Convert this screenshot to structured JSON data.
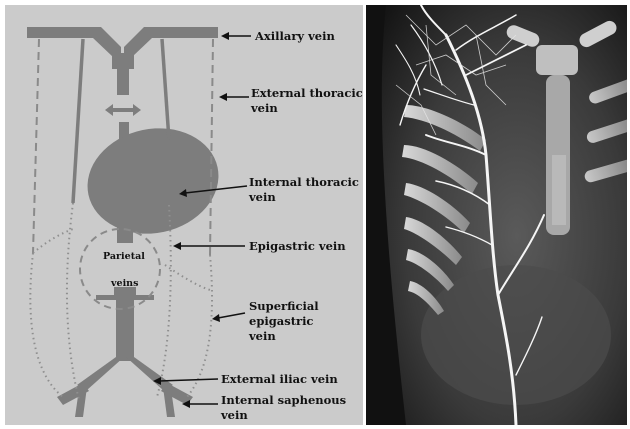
{
  "labels": {
    "axillary": "Axillary vein",
    "external_thoracic": [
      "External thoracic",
      "vein"
    ],
    "internal_thoracic": [
      "Internal thoracic",
      "vein"
    ],
    "epigastric": "Epigastric vein",
    "superficial_epigastric": [
      "Superficial",
      "epigastric",
      "vein"
    ],
    "external_iliac": "External iliac vein",
    "internal_saphenous": [
      "Internal saphenous",
      "vein"
    ],
    "parietal_veins": [
      "Parietal",
      "veins"
    ]
  },
  "colors": {
    "panel_bg": "#cbcbcb",
    "vessel": "#7d7d7d",
    "dashed": "#8a8a8a",
    "dotted": "#8f8f8f",
    "arrow": "#111111",
    "ct_bg": "#111111"
  }
}
